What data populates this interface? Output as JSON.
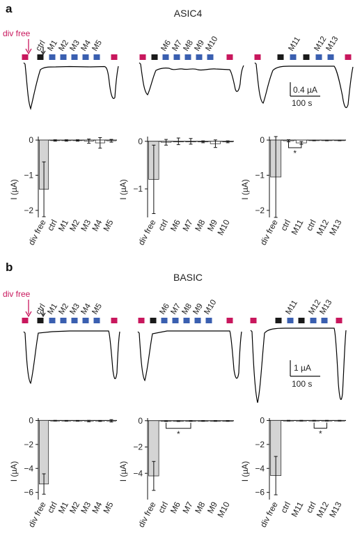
{
  "panels": {
    "a": {
      "letter": "a",
      "title": "ASIC4"
    },
    "b": {
      "letter": "b",
      "title": "BASIC"
    }
  },
  "annotations": {
    "div_free": "div free",
    "ctrl": "ctrl",
    "significance": "*",
    "scale_a_current": "0.4 µA",
    "scale_a_time": "100 s",
    "scale_b_current": "1 µA",
    "scale_b_time": "100 s"
  },
  "colors": {
    "div_free_marker": "#c8175d",
    "ctrl_marker": "#1a1a1a",
    "compound_marker": "#3a5fb0",
    "bar_fill": "#d4d4d4",
    "trace": "#000000"
  },
  "traces": {
    "a": [
      {
        "markers": [
          "",
          "ctrl",
          "M1",
          "M2",
          "M3",
          "M4",
          "M5",
          ""
        ],
        "marker_kinds": [
          "div",
          "ctrl",
          "cmp",
          "cmp",
          "cmp",
          "cmp",
          "cmp",
          "div"
        ]
      },
      {
        "markers": [
          "",
          "",
          "M6",
          "M7",
          "M8",
          "M9",
          "M10",
          ""
        ],
        "marker_kinds": [
          "div",
          "ctrl",
          "cmp",
          "cmp",
          "cmp",
          "cmp",
          "cmp",
          "div"
        ]
      },
      {
        "markers": [
          "",
          "",
          "M11",
          "",
          "M12",
          "M13",
          ""
        ],
        "marker_kinds": [
          "div",
          "ctrl",
          "cmp",
          "ctrl",
          "cmp",
          "cmp",
          "div"
        ]
      }
    ],
    "b": [
      {
        "markers": [
          "",
          "ctrl",
          "M1",
          "M2",
          "M3",
          "M4",
          "M5",
          ""
        ],
        "marker_kinds": [
          "div",
          "ctrl",
          "cmp",
          "cmp",
          "cmp",
          "cmp",
          "cmp",
          "div"
        ]
      },
      {
        "markers": [
          "",
          "",
          "M6",
          "M7",
          "M8",
          "M9",
          "M10",
          ""
        ],
        "marker_kinds": [
          "div",
          "ctrl",
          "cmp",
          "cmp",
          "cmp",
          "cmp",
          "cmp",
          "div"
        ]
      },
      {
        "markers": [
          "",
          "",
          "M11",
          "",
          "M12",
          "M13",
          ""
        ],
        "marker_kinds": [
          "div",
          "ctrl",
          "cmp",
          "ctrl",
          "cmp",
          "cmp",
          "div"
        ]
      }
    ]
  },
  "chart_data": [
    {
      "id": "a1",
      "type": "bar",
      "panel": "a",
      "ylabel": "I  (µA)",
      "ylim": [
        -2.2,
        0.1
      ],
      "yticks": [
        -2,
        -1,
        0
      ],
      "yticklabels": [
        "−2",
        "−1",
        "0"
      ],
      "categories": [
        "div free",
        "ctrl",
        "M1",
        "M2",
        "M3",
        "M4",
        "M5"
      ],
      "values": [
        -1.4,
        -0.01,
        -0.01,
        -0.01,
        -0.03,
        -0.08,
        -0.02
      ],
      "errors": [
        0.78,
        0.02,
        0.02,
        0.02,
        0.06,
        0.15,
        0.04
      ],
      "significance": []
    },
    {
      "id": "a2",
      "type": "bar",
      "panel": "a",
      "ylabel": "I  (µA)",
      "ylim": [
        -1.6,
        0.1
      ],
      "yticks": [
        -1,
        0
      ],
      "yticklabels": [
        "−1",
        "0"
      ],
      "categories": [
        "div free",
        "ctrl",
        "M6",
        "M7",
        "M8",
        "M9",
        "M10"
      ],
      "values": [
        -0.8,
        -0.02,
        0.0,
        0.0,
        -0.01,
        -0.05,
        -0.01
      ],
      "errors": [
        0.72,
        0.06,
        0.07,
        0.06,
        0.02,
        0.08,
        0.02
      ],
      "significance": []
    },
    {
      "id": "a3",
      "type": "bar",
      "panel": "a",
      "ylabel": "I  (µA)",
      "ylim": [
        -2.2,
        0.1
      ],
      "yticks": [
        -2,
        -1,
        0
      ],
      "yticklabels": [
        "−2",
        "−1",
        "0"
      ],
      "categories": [
        "div free",
        "ctrl",
        "M11",
        "ctrl",
        "M12",
        "M13"
      ],
      "values": [
        -1.05,
        -0.02,
        -0.08,
        -0.01,
        -0.01,
        -0.01
      ],
      "errors": [
        1.15,
        0.03,
        0.04,
        0.01,
        0.01,
        0.01
      ],
      "significance": [
        {
          "from": 1,
          "to": 2,
          "label": "*"
        }
      ]
    },
    {
      "id": "b1",
      "type": "bar",
      "panel": "b",
      "ylabel": "I  (µA)",
      "ylim": [
        -6.6,
        0.2
      ],
      "yticks": [
        -6,
        -4,
        -2,
        0
      ],
      "yticklabels": [
        "−6",
        "−4",
        "−2",
        "0"
      ],
      "categories": [
        "div free",
        "ctrl",
        "M1",
        "M2",
        "M3",
        "M4",
        "M5"
      ],
      "values": [
        -5.3,
        -0.02,
        -0.03,
        -0.03,
        -0.05,
        -0.04,
        -0.03
      ],
      "errors": [
        0.85,
        0.03,
        0.03,
        0.03,
        0.06,
        0.04,
        0.1
      ],
      "significance": []
    },
    {
      "id": "b2",
      "type": "bar",
      "panel": "b",
      "ylabel": "I  (µA)",
      "ylim": [
        -6.0,
        0.2
      ],
      "yticks": [
        -4,
        -2,
        0
      ],
      "yticklabels": [
        "−4",
        "−2",
        "0"
      ],
      "categories": [
        "div free",
        "ctrl",
        "M6",
        "M7",
        "M8",
        "M9",
        "M10"
      ],
      "values": [
        -4.2,
        -0.03,
        -0.03,
        -0.02,
        -0.02,
        -0.02,
        -0.02
      ],
      "errors": [
        1.1,
        0.03,
        0.03,
        0.03,
        0.03,
        0.03,
        0.03
      ],
      "significance": [
        {
          "from": 1,
          "to": 3,
          "label": "*"
        }
      ]
    },
    {
      "id": "b3",
      "type": "bar",
      "panel": "b",
      "ylabel": "I  (µA)",
      "ylim": [
        -6.6,
        0.2
      ],
      "yticks": [
        -6,
        -4,
        -2,
        0
      ],
      "yticklabels": [
        "−6",
        "−4",
        "−2",
        "0"
      ],
      "categories": [
        "div free",
        "ctrl",
        "M11",
        "ctrl",
        "M12",
        "M13"
      ],
      "values": [
        -4.6,
        -0.02,
        -0.02,
        -0.02,
        -0.02,
        -0.02
      ],
      "errors": [
        1.6,
        0.03,
        0.03,
        0.03,
        0.03,
        0.03
      ],
      "significance": [
        {
          "from": 3,
          "to": 4,
          "label": "*"
        }
      ]
    }
  ]
}
